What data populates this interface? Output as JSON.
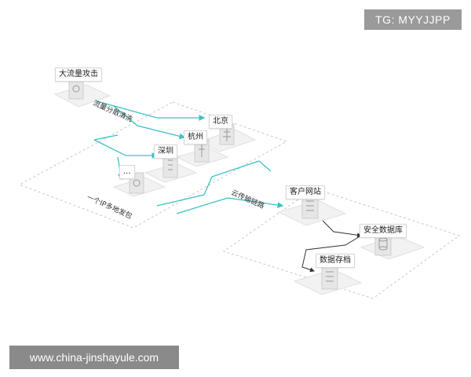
{
  "watermark_top": "TG: MYYJJPP",
  "watermark_bottom": "www.china-jinshayule.com",
  "nodes": {
    "attack": "大流量攻击",
    "beijing": "北京",
    "hangzhou": "杭州",
    "shenzhen": "深圳",
    "more": "...",
    "client_site": "客户网站",
    "secure_db": "安全数据库",
    "data_archive": "数据存档"
  },
  "edges": {
    "traffic_cleaning": "流量分散清洗",
    "multi_route": "一个IP多地发包",
    "cloud_transfer": "云传输链路"
  },
  "colors": {
    "accent": "#3ec1c4",
    "line_dark": "#333333",
    "dashed": "#c8c8c8"
  }
}
